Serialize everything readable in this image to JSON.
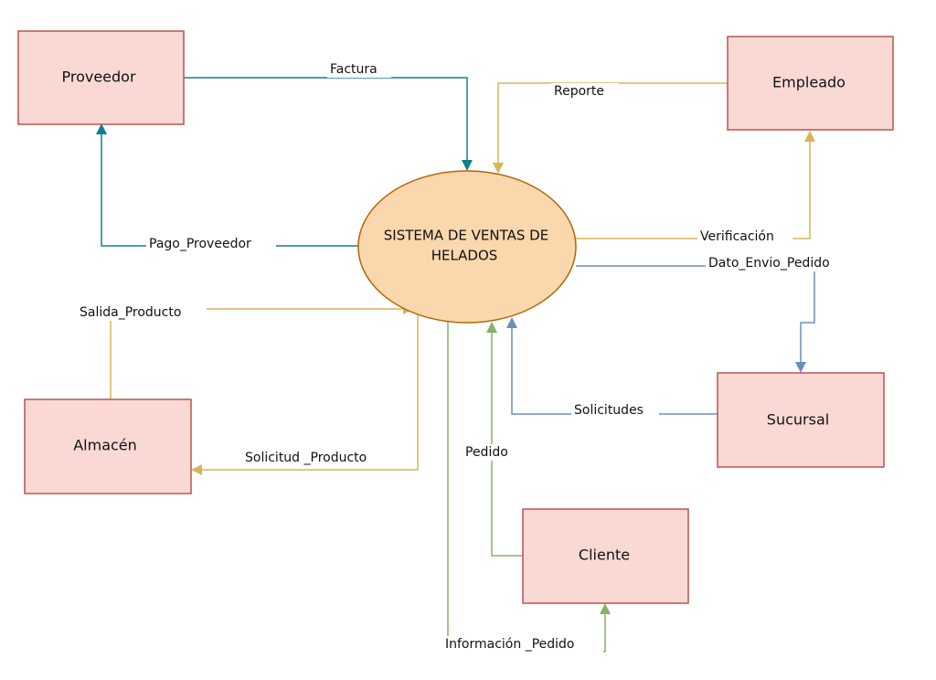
{
  "colors": {
    "teal": "#10808a",
    "gold": "#d6b656",
    "blue": "#6c8ebf",
    "green": "#82b366"
  },
  "process": {
    "label_line1": "SISTEMA DE VENTAS DE",
    "label_line2": "HELADOS"
  },
  "entities": {
    "proveedor": "Proveedor",
    "empleado": "Empleado",
    "almacen": "Almacén",
    "sucursal": "Sucursal",
    "cliente": "Cliente"
  },
  "flows": {
    "factura": "Factura",
    "reporte": "Reporte",
    "pago_proveedor": "Pago_Proveedor",
    "verificacion": "Verificación",
    "dato_envio_pedido": "Dato_Envio_Pedido",
    "salida_producto": "Salida_Producto",
    "solicitudes": "Solicitudes",
    "solicitud_producto": "Solicitud _Producto",
    "pedido": "Pedido",
    "informacion_pedido": "Información _Pedido"
  }
}
